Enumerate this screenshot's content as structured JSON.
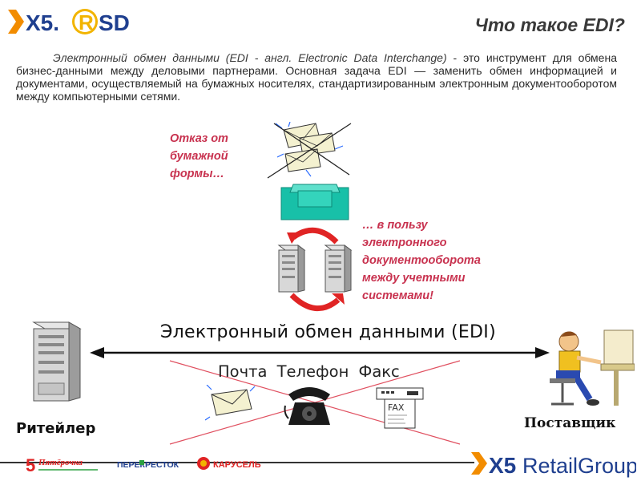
{
  "header": {
    "logo_text": "X5.",
    "logo_badge": "R",
    "logo_suffix": "SD",
    "title": "Что такое EDI?"
  },
  "intro": {
    "lead": "Электронный обмен данными (EDI - англ. Electronic Data Interchange)",
    "body": " - это инструмент для обмена бизнес-данными между деловыми партнерами. Основная задача EDI — заменить обмен информацией и документами, осуществляемый на бумажных носителях, стандартизированным электронным документооборотом между компьютерными сетями."
  },
  "diagram": {
    "refusal_line1": "Отказ от",
    "refusal_line2": "бумажной",
    "refusal_line3": "формы…",
    "favour_line1": "… в пользу",
    "favour_line2": "электронного",
    "favour_line3": "документооборота",
    "favour_line4": "между учетными",
    "favour_line5": "системами!",
    "edi_heading": "Электронный обмен данными (EDI)",
    "old_channels": "Почта Телефон Факс",
    "fax_label": "FAX",
    "retailer": "Ритейлер",
    "supplier": "Поставщик"
  },
  "footer": {
    "partner1": "Пятёрочка",
    "partner2": "ПЕРЕКРЕСТОК",
    "partner3": "КАРУСЕЛЬ",
    "brand_x5": "X5",
    "brand_name": "RetailGroup"
  },
  "colors": {
    "accent_red": "#c8324f",
    "arrow_red": "#e02424",
    "logo_blue": "#1f3f8f",
    "logo_orange": "#f28c00",
    "teal": "#18c0a8"
  }
}
